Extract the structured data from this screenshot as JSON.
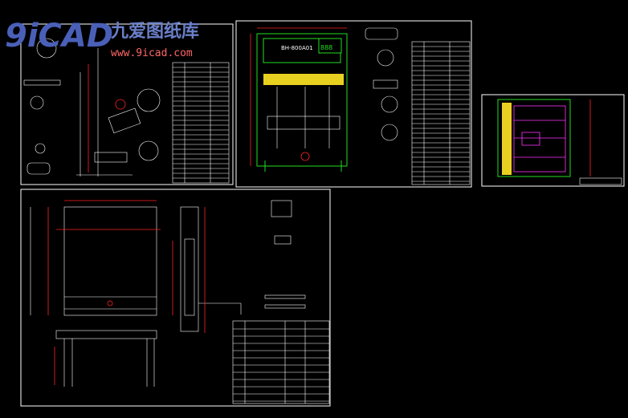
{
  "logo": {
    "brand_glyph": "9iCAD",
    "site_name": "九爱图纸库",
    "url": "www.9icad.com"
  },
  "drawing": {
    "model_label": "BH-800A01",
    "display_label": "888"
  },
  "colors": {
    "background": "#000000",
    "line": "#ffffff",
    "dimension": "#ff2222",
    "outline": "#22dd22",
    "filter": "#e8d020",
    "detail": "#ff33ff"
  }
}
